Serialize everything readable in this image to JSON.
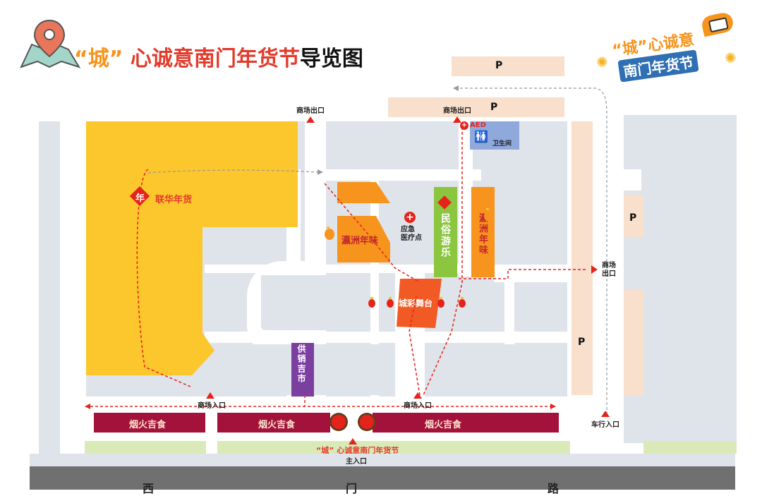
{
  "header": {
    "title_quoted": "“城”",
    "title_main": " 心诚意南门年货节",
    "title_suffix": "导览图"
  },
  "logo": {
    "line1": "“城”心诚意",
    "line2": "南门年货节"
  },
  "stalls": {
    "lianhua": "联华年货",
    "lianhua_badge": "年",
    "yingzhou_left": "瀛洲年味",
    "yingzhou_right": "瀛洲年味",
    "minsu": "民俗游乐",
    "chengcai": "城彩舞台",
    "gongxiao": "供销吉市",
    "yanhuo_1": "烟火吉食",
    "yanhuo_2": "烟火吉食",
    "yanhuo_3": "烟火吉食"
  },
  "facilities": {
    "aed": "AED",
    "toilet": "卫生间",
    "first_aid": "应急\n医疗点"
  },
  "labels": {
    "mall_exit_1": "商场出口",
    "mall_exit_2": "商场出口",
    "mall_exit_3": "商场\n出口",
    "mall_entry_1": "商场入口",
    "mall_entry_2": "商场入口",
    "vehicle_entry": "车行入口",
    "main_entry": "主入口",
    "banner": "“城” 心诚意南门年货节",
    "parking": "P"
  },
  "street": [
    "西",
    "门",
    "路"
  ],
  "colors": {
    "yellow": "#fcc72c",
    "orange": "#f7941d",
    "green": "#8cc63f",
    "red_orange": "#f15a24",
    "purple": "#7b3fa0",
    "maroon": "#a3123a",
    "blue": "#8fa9dc",
    "parking": "#f9e0cd",
    "block": "#dfe3ea",
    "lawn": "#d9eab8",
    "street": "#707070"
  }
}
